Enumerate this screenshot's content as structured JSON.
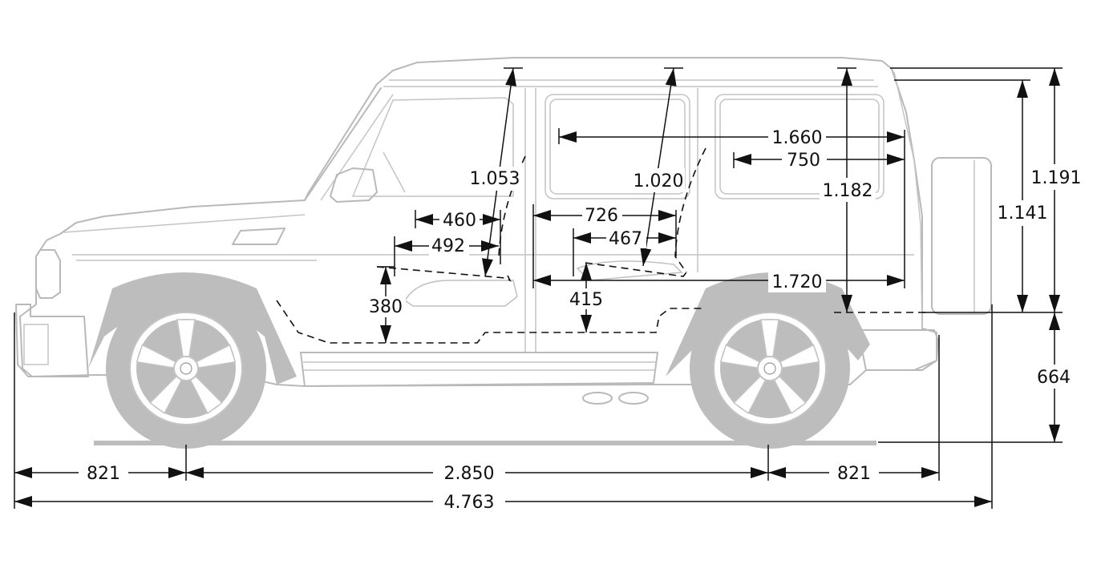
{
  "diagram": {
    "subject": "Vehicle side-view dimension drawing",
    "units": "mm",
    "colors": {
      "vehicle_outline": "#b9b9b9",
      "tyre_fill": "#bdbdbd",
      "dimension_lines": "#111111",
      "background": "#ffffff"
    },
    "dimensions": {
      "front_overhang": "821",
      "wheelbase": "2.850",
      "rear_overhang": "821",
      "overall_length": "4.763",
      "overall_height_roof": "1.191",
      "height_above_beltline": "1.141",
      "rear_interior_height": "1.182",
      "front_headroom": "1.053",
      "rear_headroom": "1.020",
      "cargo_length_upper": "1.660",
      "cargo_length_window": "750",
      "cargo_length_floor": "1.720",
      "front_seat_depth_upper": "460",
      "front_seat_depth_lower": "492",
      "rear_legroom": "726",
      "rear_seat_depth": "467",
      "front_seat_height": "380",
      "rear_seat_height": "415",
      "loading_sill_height": "664"
    }
  }
}
